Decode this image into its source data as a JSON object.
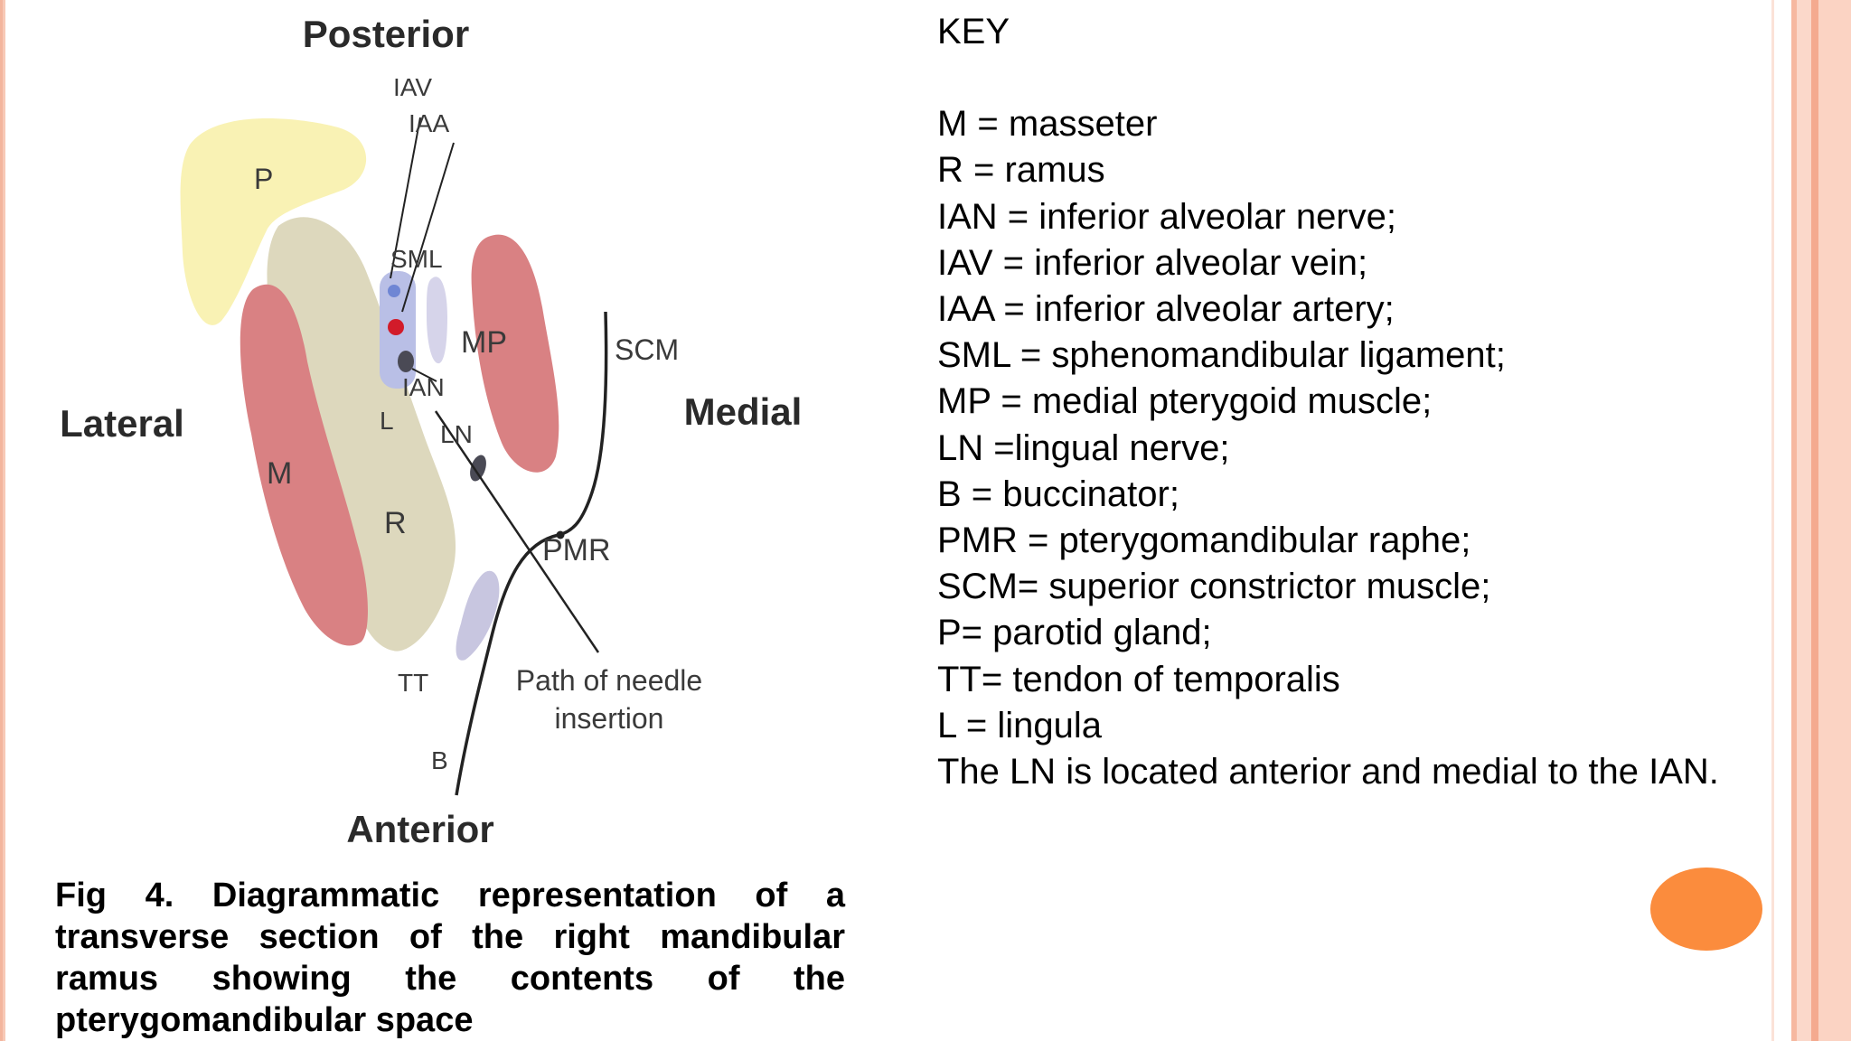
{
  "diagram": {
    "orientation": {
      "posterior": "Posterior",
      "anterior": "Anterior",
      "lateral": "Lateral",
      "medial": "Medial"
    },
    "labels": {
      "iav": "IAV",
      "iaa": "IAA",
      "p": "P",
      "sml": "SML",
      "mp": "MP",
      "scm": "SCM",
      "ian": "IAN",
      "l": "L",
      "ln": "LN",
      "m": "M",
      "r": "R",
      "pmr": "PMR",
      "tt": "TT",
      "b": "B",
      "needle_line1": "Path of needle",
      "needle_line2": "insertion"
    },
    "colors": {
      "parotid": "#f9f2b4",
      "ramus": "#ddd8bd",
      "muscle": "#d98183",
      "tendon": "#c8c6e0",
      "vessel_sheath": "#b9bfe6",
      "vein": "#6f86d4",
      "artery": "#d21b2a",
      "nerve": "#4a4a55"
    }
  },
  "caption": "Fig 4. Diagrammatic representation of a transverse section of the right mandibular ramus showing the contents of the pterygomandibular space",
  "key": {
    "heading": "KEY",
    "items": [
      "M = masseter",
      "R = ramus",
      "IAN = inferior alveolar nerve;",
      "IAV = inferior alveolar vein;",
      "IAA = inferior alveolar artery;",
      "SML = sphenomandibular ligament;",
      "MP = medial pterygoid muscle;",
      "LN =lingual nerve;",
      "B = buccinator;",
      "PMR = pterygomandibular raphe;",
      "SCM= superior constrictor muscle;",
      "P= parotid gland;",
      "TT= tendon of temporalis",
      "L = lingula"
    ],
    "note": "The LN is located anterior and medial to the IAN."
  },
  "theme": {
    "accent_orange": "#fb8c3d",
    "border_peach": "#f6b8a0"
  }
}
